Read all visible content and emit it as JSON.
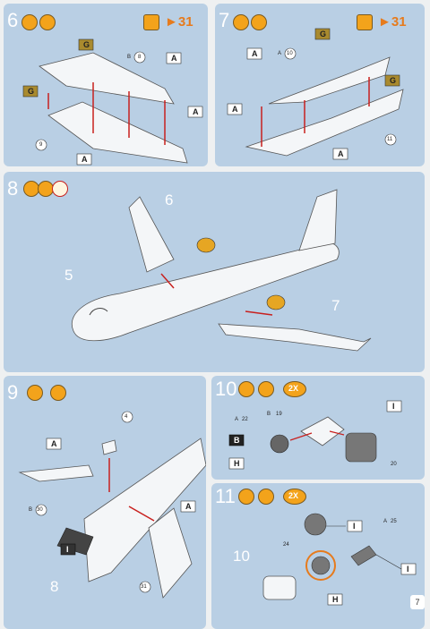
{
  "steps": [
    {
      "number": "6",
      "ref": "31"
    },
    {
      "number": "7",
      "ref": "31"
    },
    {
      "number": "8"
    },
    {
      "number": "9"
    },
    {
      "number": "10",
      "badge": "2X"
    },
    {
      "number": "11",
      "badge": "2X"
    }
  ],
  "labels": {
    "s6": {
      "g1": "G",
      "g2": "G",
      "b": "B",
      "b8": "8",
      "b9": "9",
      "a1": "A",
      "a2": "A",
      "a3": "A"
    },
    "s7": {
      "g1": "G",
      "g2": "G",
      "a": "A",
      "a10": "10",
      "a11": "11",
      "a1": "A",
      "a2": "A",
      "a3": "A"
    },
    "s8": {
      "p6": "6",
      "p5": "5",
      "p7": "7"
    },
    "s9": {
      "a": "A",
      "a4": "4",
      "b30": "30",
      "b": "B",
      "a31": "31",
      "i": "I",
      "p8": "8",
      "aa": "A"
    },
    "s10": {
      "a22": "22",
      "b19": "19",
      "b": "B",
      "h": "H",
      "i": "I",
      "b20": "20",
      "a": "A",
      "bb": "B"
    },
    "s11": {
      "i1": "I",
      "a25": "25",
      "a24": "24",
      "p10": "10",
      "h": "H",
      "i2": "I",
      "a": "A"
    }
  },
  "page_number": "7",
  "colors": {
    "panel": "#b9cfe4",
    "accent": "#f3a31b",
    "ref": "#e67b1d",
    "arrow": "#c8201e"
  }
}
